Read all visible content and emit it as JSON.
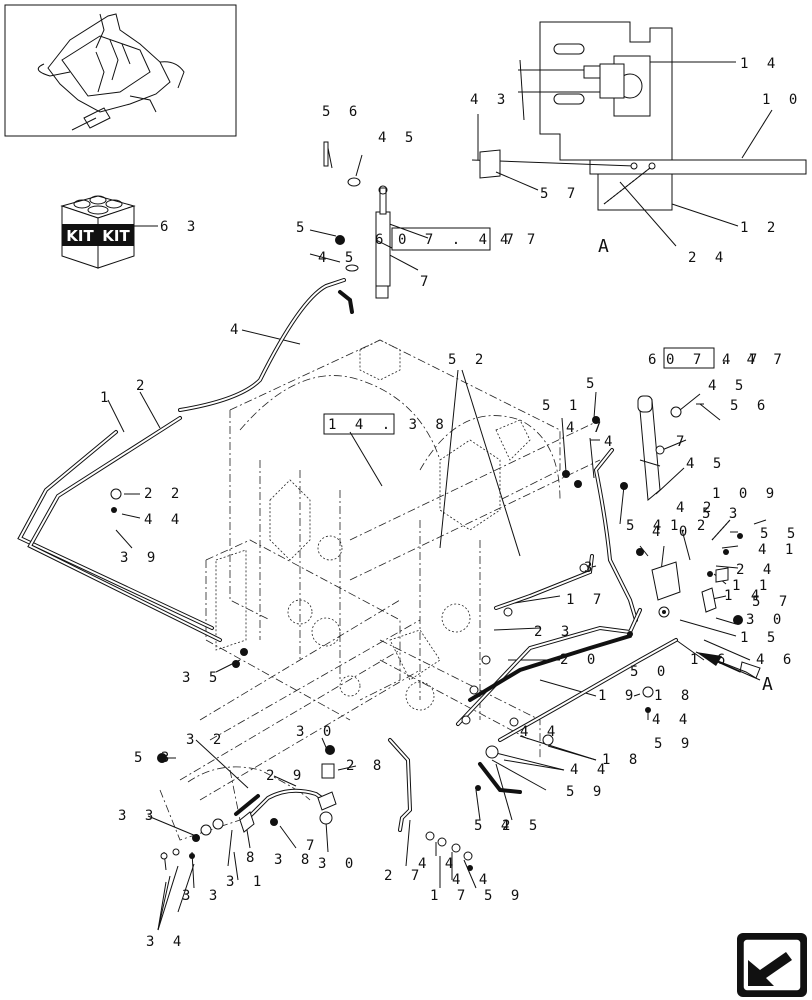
{
  "ref_boxes": {
    "ref_a": "0 7 . 4 7",
    "ref_b": "1 4 . 3 8",
    "ref_c": "0 7 . 4 7"
  },
  "kit": {
    "word_left": "KIT",
    "word_right": "KIT",
    "label": "6 3"
  },
  "detail": {
    "letter": "A",
    "view_letter": "A"
  },
  "labels": [
    "1 4",
    "1 0",
    "4 3",
    "5 7",
    "1 2",
    "2 4",
    "5 6",
    "4 5",
    "5",
    "6",
    "7",
    "4 5",
    "4",
    "2",
    "1",
    "5 2",
    "2 2",
    "4 4",
    "3 9",
    "5 1",
    "4 7",
    "5",
    "6",
    "4 5",
    "5 6",
    "7",
    "4",
    "4 5",
    "1 0 9",
    "5 3",
    "4 2",
    "1 2",
    "4 0",
    "5 4",
    "5 5",
    "4 1",
    "2 4",
    "1 1",
    "1 4",
    "4 1",
    "3",
    "4 1",
    "1 7",
    "2 3",
    "5 7",
    "3 0",
    "1 5",
    "2 0",
    "5 0",
    "1 6",
    "4 6",
    "3 5",
    "1 9",
    "1 8",
    "4 4",
    "5 9",
    "5 3",
    "3 2",
    "3 0",
    "2 8",
    "1 8",
    "4 4",
    "5 9",
    "2 9",
    "2 5",
    "5 4",
    "3 3",
    "8",
    "3 8",
    "7",
    "3 0",
    "3 3",
    "3 1",
    "2 7",
    "4 4",
    "4 4",
    "1 7",
    "5 9",
    "3 4"
  ]
}
